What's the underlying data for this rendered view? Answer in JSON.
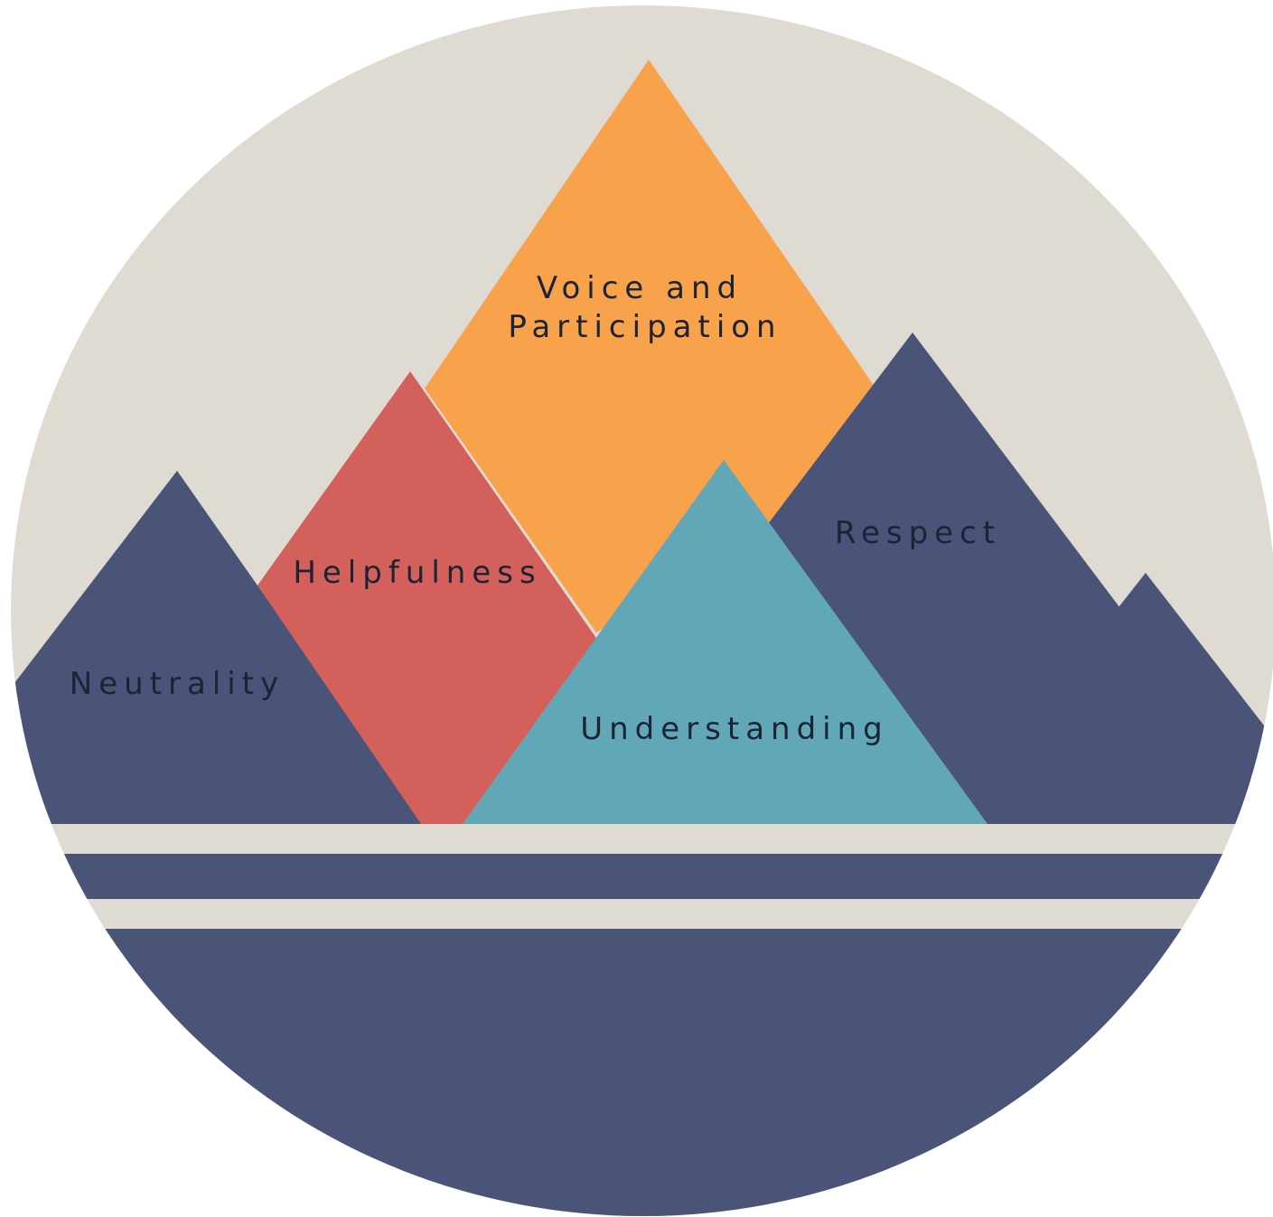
{
  "colors": {
    "sky": "#dfdbd2",
    "navy": "#4a5479",
    "orange": "#f8a24c",
    "red": "#d3605b",
    "teal": "#62a7b8",
    "text": "#1c2333"
  },
  "peaks": {
    "voice": {
      "line1": "Voice and",
      "line2": "Participation"
    },
    "helpfulness": {
      "label": "Helpfulness"
    },
    "neutrality": {
      "label": "Neutrality"
    },
    "understanding": {
      "label": "Understanding"
    },
    "respect": {
      "label": "Respect"
    }
  }
}
